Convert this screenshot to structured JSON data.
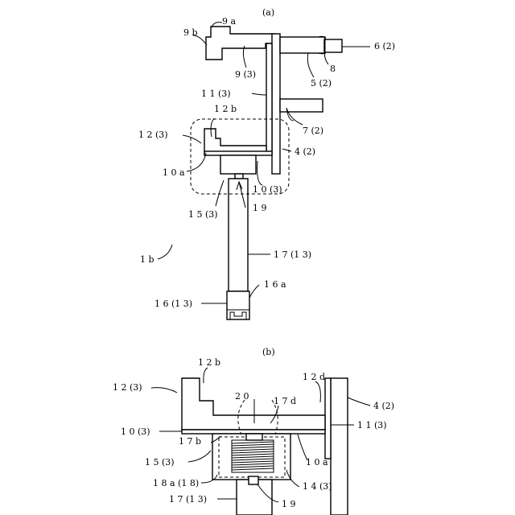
{
  "figure": {
    "a": {
      "caption": "(a)",
      "labels": {
        "l9a": "9 a",
        "l9b": "9 b",
        "l9_3": "9 (3)",
        "l6_2": "6 (2)",
        "l8": "8",
        "l5_2": "5 (2)",
        "l11_3": "1 1 (3)",
        "l12b": "1 2 b",
        "l12_3": "1 2 (3)",
        "l7_2": "7 (2)",
        "l4_2": "4 (2)",
        "l10a": "1 0 a",
        "l10_3": "1 0 (3)",
        "l15_3": "1 5 (3)",
        "l19": "1 9",
        "l1b": "1 b",
        "l17_13": "1 7 (1 3)",
        "l16a": "1 6 a",
        "l16_13": "1 6 (1 3)"
      }
    },
    "b": {
      "caption": "(b)",
      "labels": {
        "l12b": "1 2 b",
        "l12d": "1 2 d",
        "l12_3": "1 2 (3)",
        "l4_2": "4 (2)",
        "l20": "2 0",
        "l17d": "1 7 d",
        "l10_3": "1 0 (3)",
        "l11_3": "1 1 (3)",
        "l17b": "1 7 b",
        "l10a": "1 0 a",
        "l15_3": "1 5 (3)",
        "l18a_18": "1 8 a (1 8)",
        "l14_3": "1 4 (3)",
        "l17_13": "1 7 (1 3)",
        "l19": "1 9"
      }
    }
  }
}
